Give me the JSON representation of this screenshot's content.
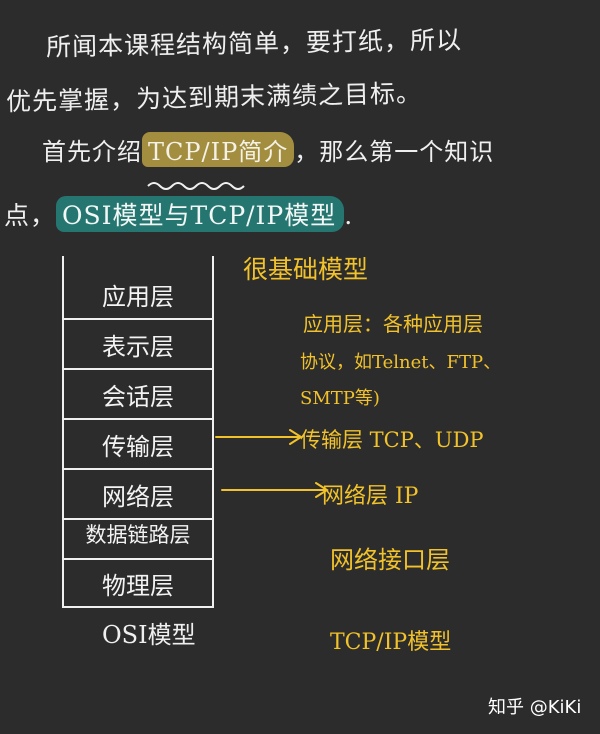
{
  "notes": {
    "line1": "所闻本课程结构简单，要打纸，所以",
    "line2": "优先掌握，为达到期末满绩之目标。",
    "line3_pre": "首先介绍",
    "line3_highlight": "TCP/IP简介",
    "line3_post": "，那么第一个知识",
    "line4_pre": "点，",
    "line4_highlight": "OSI模型与TCP/IP模型",
    "line4_post": "."
  },
  "osi_model": {
    "layers": [
      "应用层",
      "表示层",
      "会话层",
      "传输层",
      "网络层",
      "数据链路层",
      "物理层"
    ],
    "caption": "OSI模型"
  },
  "annotations": {
    "title": "很基础模型",
    "application_1": "应用层：各种应用层",
    "application_2": "协议，如Telnet、FTP、",
    "application_3": "SMTP等)",
    "transport": "传输层 TCP、UDP",
    "network": "网络层 IP",
    "interface": "网络接口层",
    "tcpip_caption": "TCP/IP模型"
  },
  "watermark": "知乎 @KiKi",
  "colors": {
    "background": "#2c2c2c",
    "ink": "#efefef",
    "yellow_ink": "#f2c22a",
    "highlight_yellow": "#c4aa44",
    "highlight_teal": "#25847c"
  }
}
